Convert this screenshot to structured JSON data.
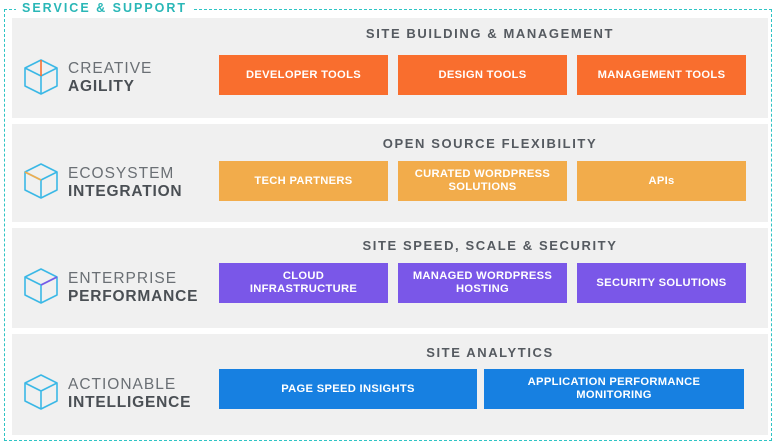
{
  "frame": {
    "label": "SERVICE & SUPPORT",
    "border_color": "#2ec4c4"
  },
  "rows": [
    {
      "title": "SITE BUILDING & MANAGEMENT",
      "label_top": "CREATIVE",
      "label_bottom": "AGILITY",
      "icon": "cube-icon",
      "color": "#f96e2e",
      "boxes": [
        "DEVELOPER TOOLS",
        "DESIGN TOOLS",
        "MANAGEMENT TOOLS"
      ]
    },
    {
      "title": "OPEN SOURCE FLEXIBILITY",
      "label_top": "ECOSYSTEM",
      "label_bottom": "INTEGRATION",
      "icon": "cube-icon",
      "color": "#f2ac4b",
      "boxes": [
        "TECH PARTNERS",
        "CURATED WORDPRESS SOLUTIONS",
        "APIs"
      ]
    },
    {
      "title": "SITE SPEED, SCALE & SECURITY",
      "label_top": "ENTERPRISE",
      "label_bottom": "PERFORMANCE",
      "icon": "cube-icon",
      "color": "#7a57e8",
      "boxes": [
        "CLOUD INFRASTRUCTURE",
        "MANAGED WORDPRESS HOSTING",
        "SECURITY SOLUTIONS"
      ]
    },
    {
      "title": "SITE ANALYTICS",
      "label_top": "ACTIONABLE",
      "label_bottom": "INTELLIGENCE",
      "icon": "cube-icon",
      "color": "#1780e1",
      "boxes": [
        "PAGE SPEED INSIGHTS",
        "APPLICATION PERFORMANCE MONITORING"
      ]
    }
  ]
}
